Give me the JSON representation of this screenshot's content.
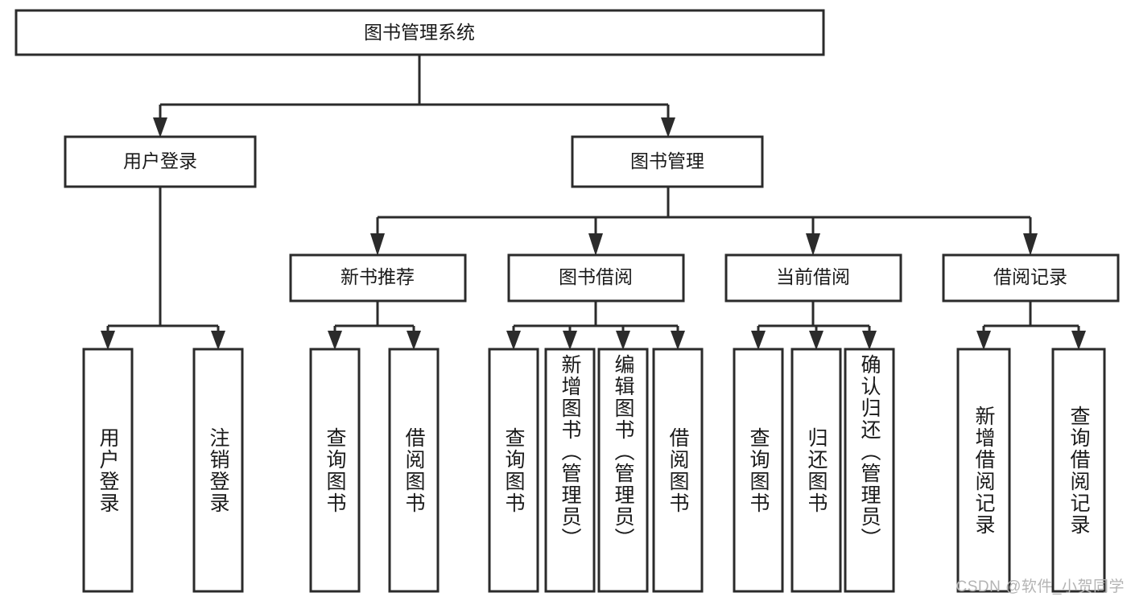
{
  "diagram": {
    "title": "图书管理系统",
    "type": "tree-hierarchy-chart",
    "watermark": "CSDN @软件_小贺同学",
    "colors": {
      "stroke": "#2b2b2b",
      "fill": "#ffffff",
      "text": "#1a1a1a",
      "watermark": "#b4b4b4",
      "background": "#ffffff"
    },
    "levels": {
      "root_label": "图书管理系统",
      "level2": [
        {
          "label": "用户登录"
        },
        {
          "label": "图书管理"
        }
      ],
      "level3": [
        {
          "label": "新书推荐"
        },
        {
          "label": "图书借阅"
        },
        {
          "label": "当前借阅"
        },
        {
          "label": "借阅记录"
        }
      ],
      "leaves": [
        {
          "label": "用户登录",
          "parent": "用户登录"
        },
        {
          "label": "注销登录",
          "parent": "用户登录"
        },
        {
          "label": "查询图书",
          "parent": "新书推荐"
        },
        {
          "label": "借阅图书",
          "parent": "新书推荐"
        },
        {
          "label": "查询图书",
          "parent": "图书借阅"
        },
        {
          "label": "新增图书（管理员）",
          "parent": "图书借阅"
        },
        {
          "label": "编辑图书（管理员）",
          "parent": "图书借阅"
        },
        {
          "label": "借阅图书",
          "parent": "图书借阅"
        },
        {
          "label": "查询图书",
          "parent": "当前借阅"
        },
        {
          "label": "归还图书",
          "parent": "当前借阅"
        },
        {
          "label": "确认归还（管理员）",
          "parent": "当前借阅"
        },
        {
          "label": "新增借阅记录",
          "parent": "借阅记录"
        },
        {
          "label": "查询借阅记录",
          "parent": "借阅记录"
        }
      ]
    },
    "leaf_labels": {
      "l0": "用户登录",
      "l1": "注销登录",
      "l2": "查询图书",
      "l3": "借阅图书",
      "l4": "查询图书",
      "l5": "新增图书（管理员）",
      "l6": "编辑图书（管理员）",
      "l7": "借阅图书",
      "l8": "查询图书",
      "l9": "归还图书",
      "l10": "确认归还（管理员）",
      "l11": "新增借阅记录",
      "l12": "查询借阅记录"
    },
    "mid_labels": {
      "m0": "新书推荐",
      "m1": "图书借阅",
      "m2": "当前借阅",
      "m3": "借阅记录"
    },
    "top_labels": {
      "t0": "用户登录",
      "t1": "图书管理"
    }
  }
}
